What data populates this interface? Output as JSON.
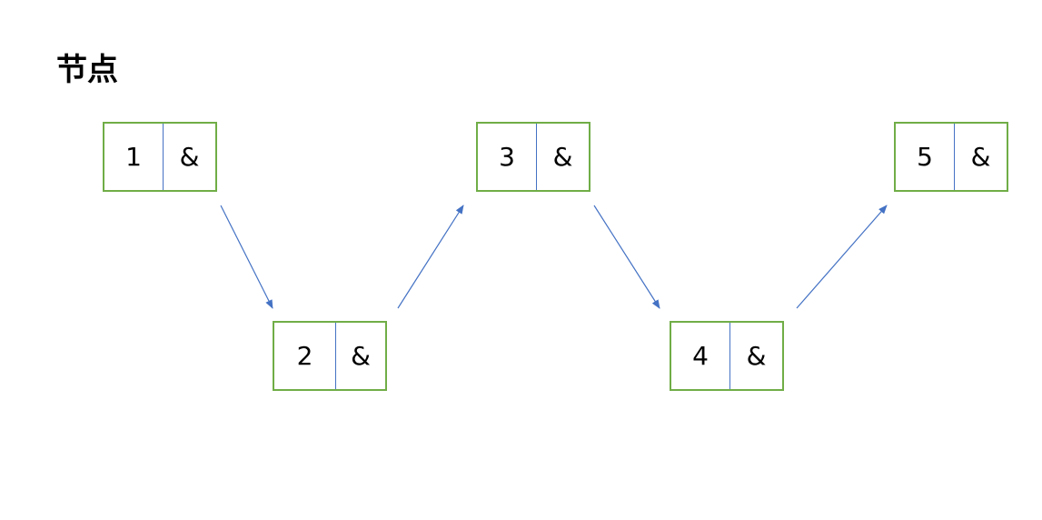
{
  "title": "节点",
  "nodes": [
    {
      "value": "1",
      "pointer": "&"
    },
    {
      "value": "2",
      "pointer": "&"
    },
    {
      "value": "3",
      "pointer": "&"
    },
    {
      "value": "4",
      "pointer": "&"
    },
    {
      "value": "5",
      "pointer": "&"
    }
  ],
  "colors": {
    "node_border": "#70ad47",
    "divider": "#4472c4",
    "arrow": "#4472c4"
  }
}
